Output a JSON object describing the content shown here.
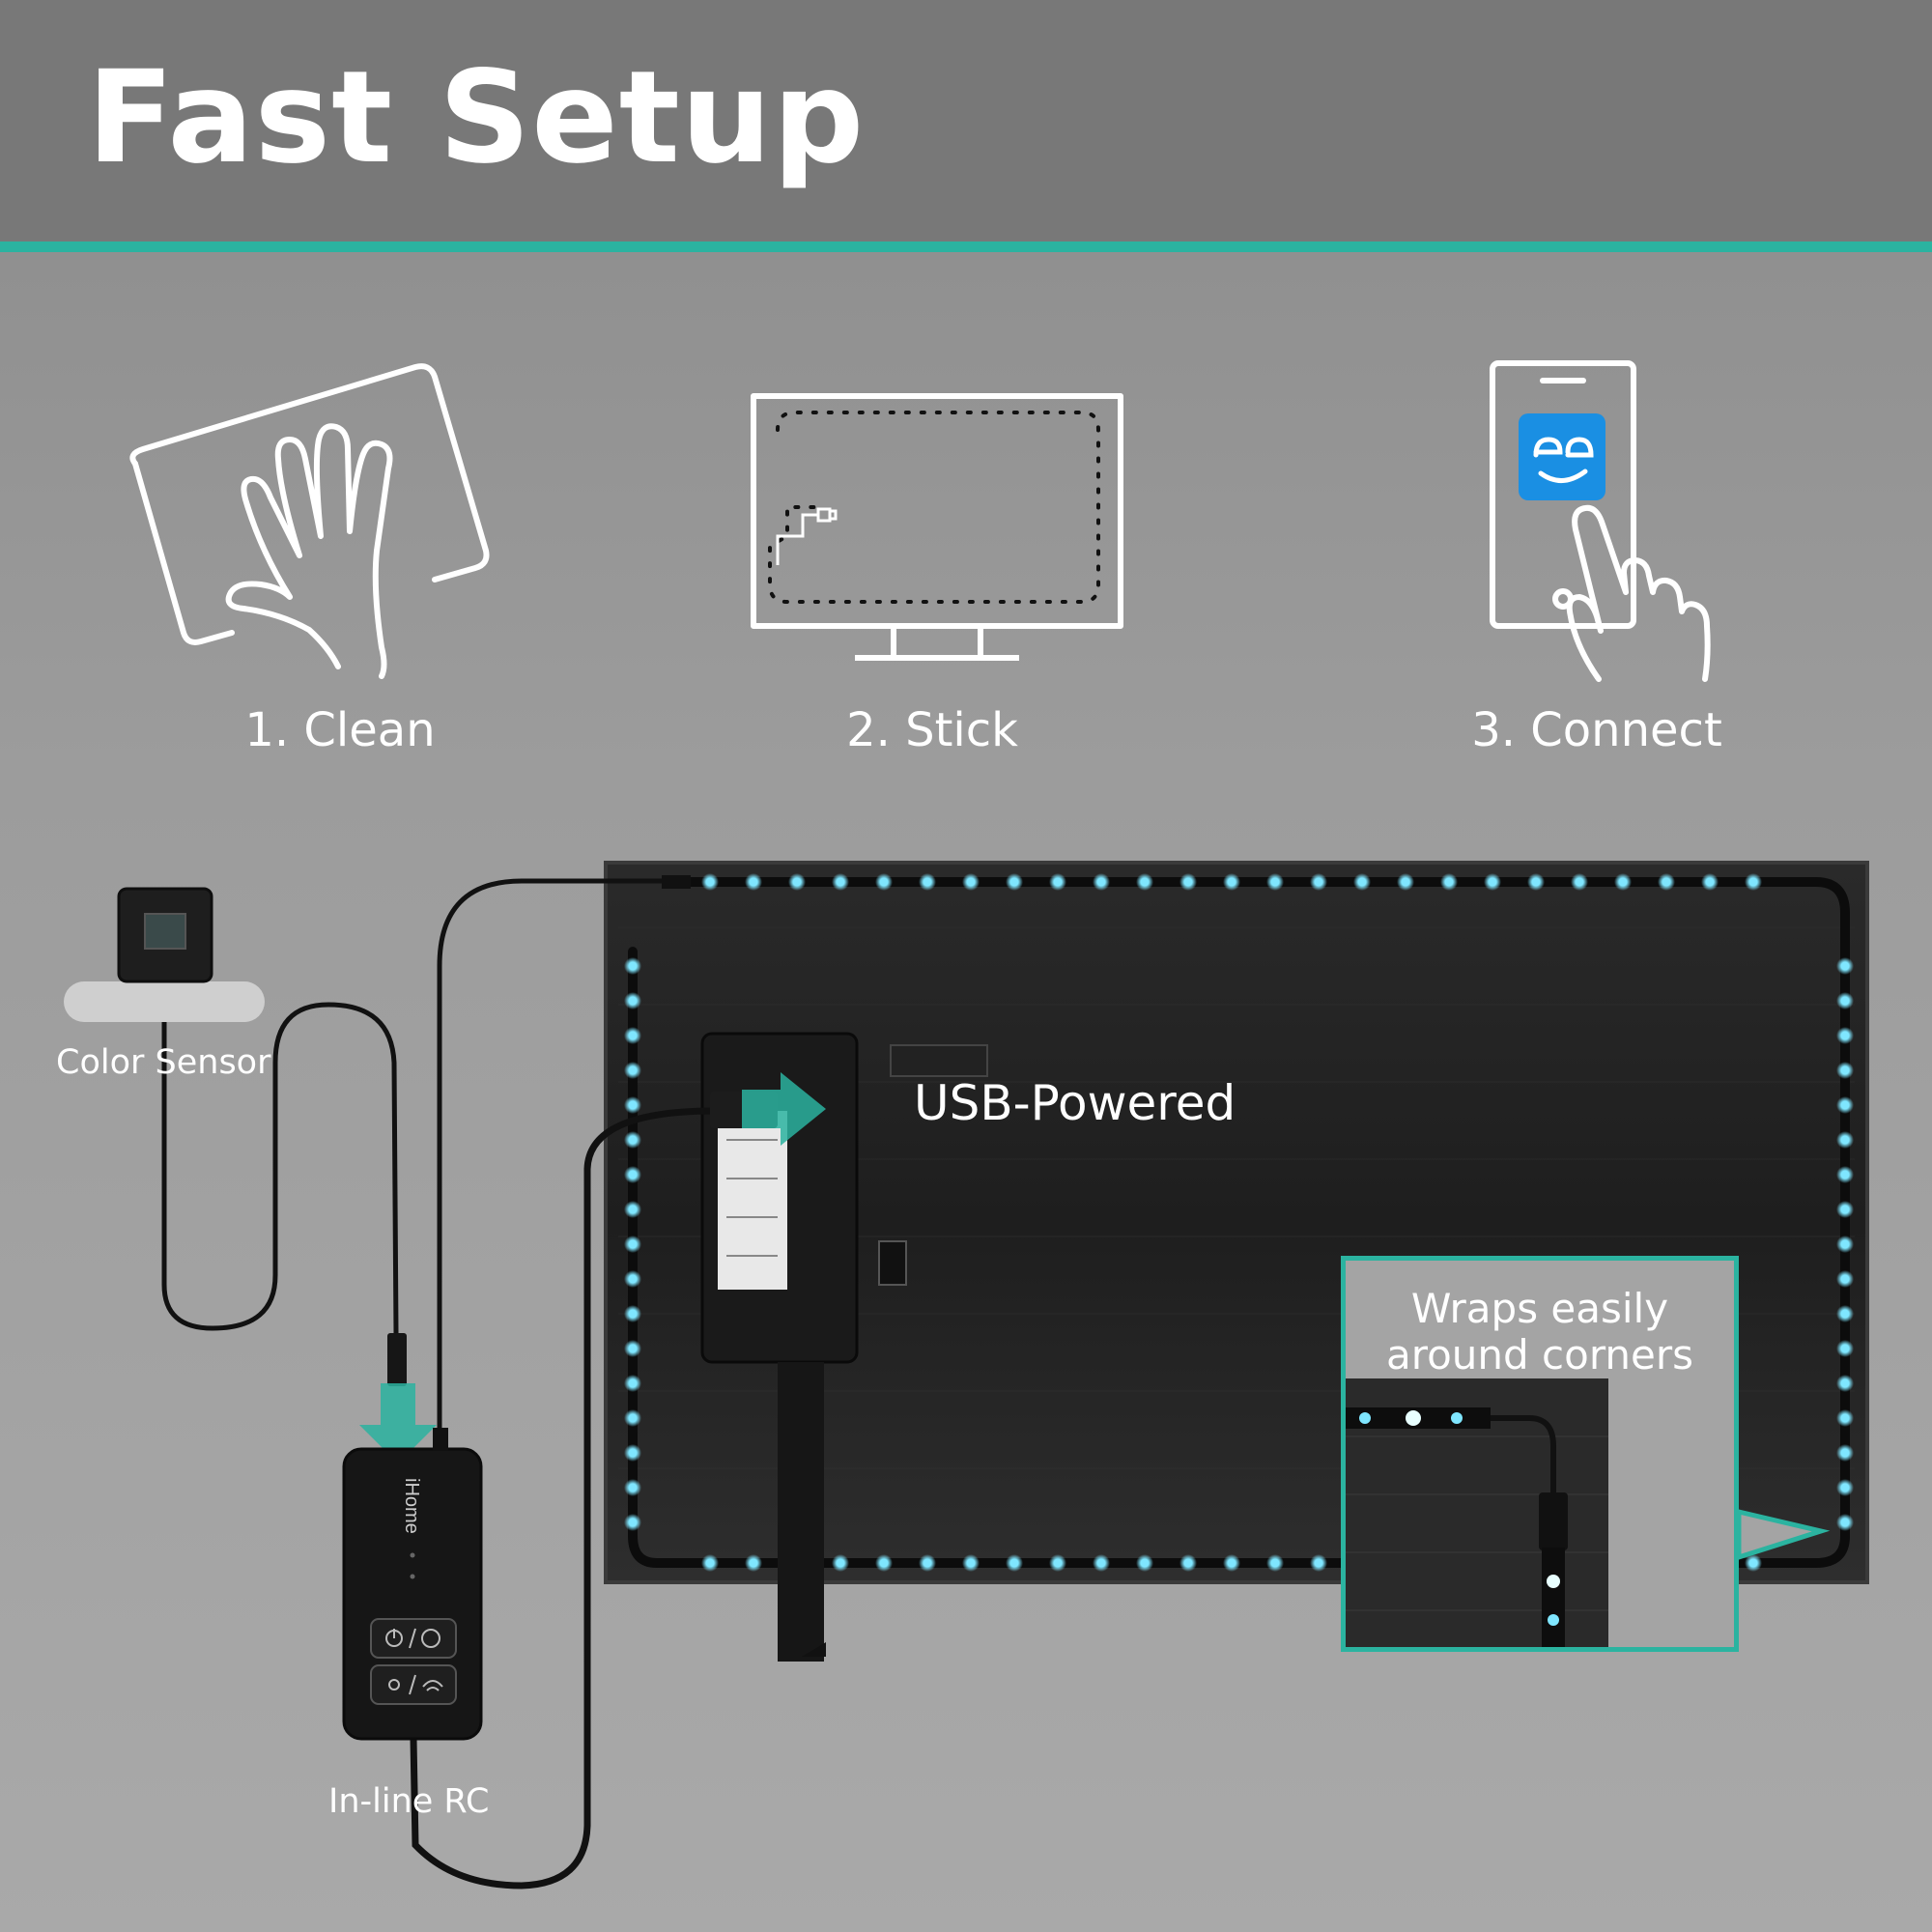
{
  "header": {
    "title": "Fast Setup"
  },
  "steps": [
    {
      "label": "1. Clean",
      "icon": "hand-wipe-icon"
    },
    {
      "label": "2. Stick",
      "icon": "tv-led-strip-icon"
    },
    {
      "label": "3. Connect",
      "icon": "phone-app-tap-icon"
    }
  ],
  "callouts": {
    "color_sensor": "Color Sensor",
    "usb_powered": "USB-Powered",
    "inline_rc": "In-line RC",
    "wraps": "Wraps easily around corners"
  },
  "controller": {
    "brand": "iHome"
  },
  "colors": {
    "accent": "#2bb3a0",
    "led": "#7fe6ff",
    "header_bg": "#787878",
    "app_icon": "#1a8fe3"
  }
}
